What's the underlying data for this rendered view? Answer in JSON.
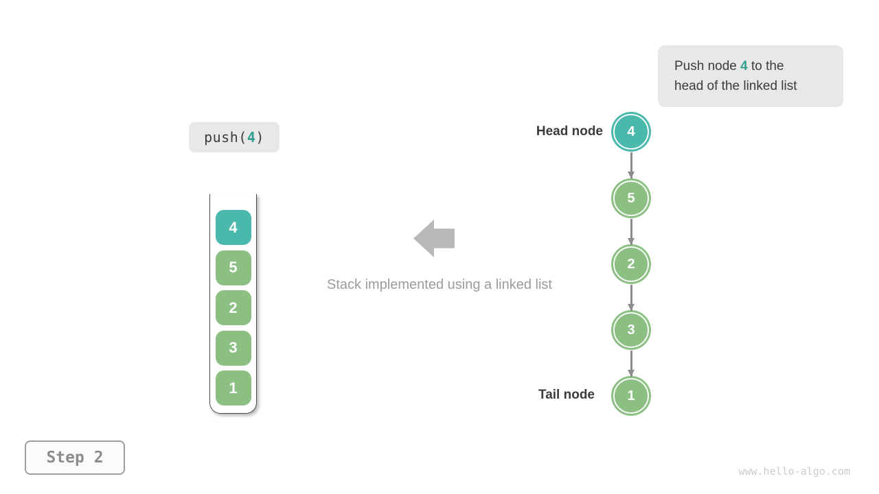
{
  "palette": {
    "teal_fill": "#4ab9ac",
    "teal_text": "#2f9e8f",
    "green_fill": "#8cc083",
    "callout_bg": "#e8e8e8",
    "dark_text": "#3c3c3c",
    "connector_gray": "#8c8c8c",
    "block_arrow_gray": "#b8b8b8",
    "caption_gray": "#9b9b9b",
    "step_gray": "#8c8c8c",
    "watermark_gray": "#cbcbcb"
  },
  "info_box": {
    "line1_before": "Push node ",
    "highlight": "4",
    "line1_after": " to the",
    "line2": "head of the linked list"
  },
  "operation": {
    "prefix": "push(",
    "arg": "4",
    "suffix": ")"
  },
  "stack": {
    "items": [
      {
        "value": "4",
        "highlight": true
      },
      {
        "value": "5",
        "highlight": false
      },
      {
        "value": "2",
        "highlight": false
      },
      {
        "value": "3",
        "highlight": false
      },
      {
        "value": "1",
        "highlight": false
      }
    ]
  },
  "caption": "Stack implemented using a linked list",
  "list": {
    "head_label": "Head node",
    "tail_label": "Tail node",
    "nodes": [
      {
        "value": "4",
        "highlight": true
      },
      {
        "value": "5",
        "highlight": false
      },
      {
        "value": "2",
        "highlight": false
      },
      {
        "value": "3",
        "highlight": false
      },
      {
        "value": "1",
        "highlight": false
      }
    ]
  },
  "step_badge": "Step 2",
  "watermark": "www.hello-algo.com"
}
